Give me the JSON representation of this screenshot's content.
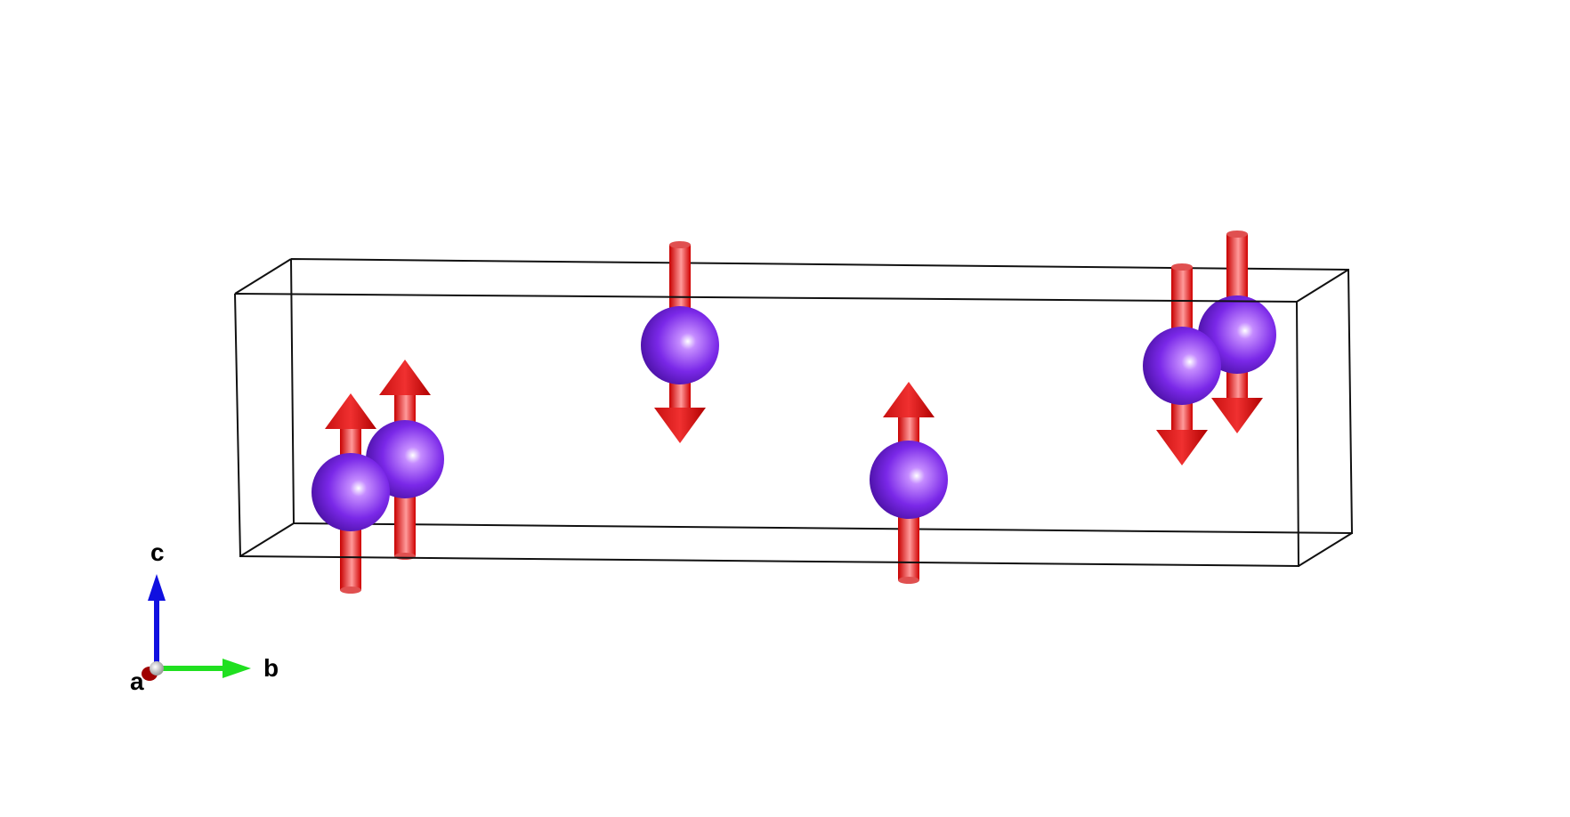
{
  "axes": {
    "a_label": "a",
    "b_label": "b",
    "c_label": "c",
    "a_color": "#c00000",
    "b_color": "#20e020",
    "c_color": "#1010e0"
  },
  "structure": {
    "atom_color": "#7a28e8",
    "spin_color": "#e82020",
    "atoms": [
      {
        "spin": "up"
      },
      {
        "spin": "up"
      },
      {
        "spin": "down"
      },
      {
        "spin": "up"
      },
      {
        "spin": "down"
      },
      {
        "spin": "down"
      }
    ]
  }
}
